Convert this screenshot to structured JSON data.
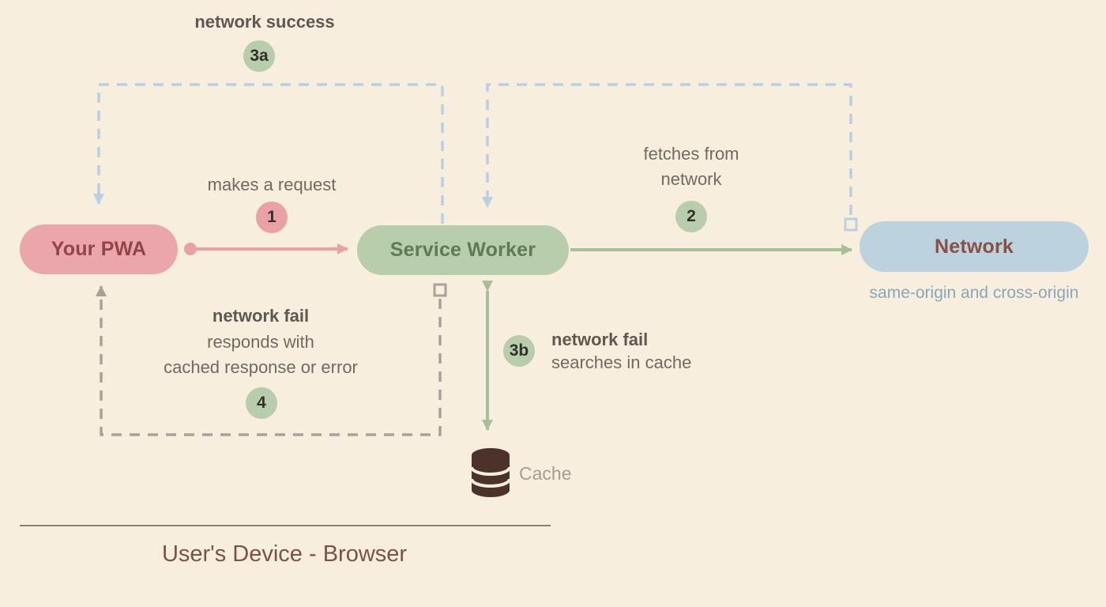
{
  "palette": {
    "background": "#f7eedd",
    "pink": "#e8a2a6",
    "green": "#a7c09b",
    "green_fill": "#b7cdac",
    "blue": "#b9d0e4",
    "gray": "#a9a29a",
    "cache_icon": "#4b322a"
  },
  "nodes": {
    "pwa": {
      "label": "Your PWA"
    },
    "service_worker": {
      "label": "Service Worker"
    },
    "network": {
      "label": "Network",
      "sub_label": "same-origin and cross-origin"
    }
  },
  "edges": {
    "request": {
      "badge": "1",
      "label": "makes a request"
    },
    "fetch": {
      "badge": "2",
      "label": "fetches from\nnetwork"
    },
    "success": {
      "badge": "3a",
      "label": "network success"
    },
    "cache_search": {
      "badge": "3b",
      "label_bold": "network fail",
      "label": "searches in cache"
    },
    "fail_respond": {
      "badge": "4",
      "label_bold": "network fail",
      "label": "responds with\ncached response or error"
    }
  },
  "cache": {
    "label": "Cache"
  },
  "footer": {
    "label": "User's Device - Browser"
  }
}
